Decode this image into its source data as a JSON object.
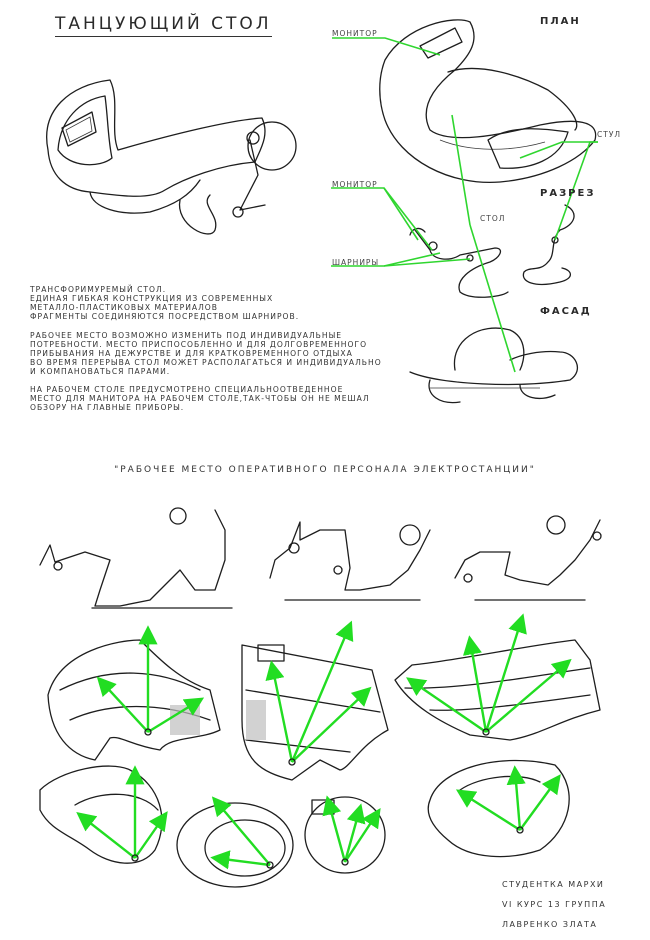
{
  "header": {
    "title": "ТАНЦУЮЩИЙ СТОЛ"
  },
  "views": {
    "plan": "ПЛАН",
    "section": "РАЗРЕЗ",
    "facade": "ФАСАД"
  },
  "callouts": {
    "monitor_plan": "МОНИТОР",
    "chair": "СТУЛ",
    "monitor_section": "МОНИТОР",
    "table": "СТОЛ",
    "hinges": "ШАРНИРЫ"
  },
  "description": {
    "paragraph_1": "ТРАНСФОРИМУРЕМЫЙ СТОЛ.\nЕДИНАЯ ГИБКАЯ КОНСТРУКЦИЯ ИЗ СОВРЕМЕННЫХ\nМЕТАЛЛО-ПЛАСТИКОВЫХ МАТЕРИАЛОВ\nФРАГМЕНТЫ СОЕДИНЯЮТСЯ ПОСРЕДСТВОМ ШАРНИРОВ.",
    "paragraph_2": "РАБОЧЕЕ МЕСТО ВОЗМОЖНО ИЗМЕНИТЬ ПОД ИНДИВИДУАЛЬНЫЕ\nПОТРЕБНОСТИ. МЕСТО ПРИСПОСОБЛЕННО И ДЛЯ ДОЛГОВРЕМЕННОГО\nПРИБЫВАНИЯ НА ДЕЖУРСТВЕ И ДЛЯ КРАТКОВРЕМЕННОГО ОТДЫХА\nВО ВРЕМЯ ПЕРЕРЫВА СТОЛ МОЖЕТ РАСПОЛАГАТЬСЯ И ИНДИВИДУАЛЬНО\nИ КОМПАНОВАТЬСЯ ПАРАМИ.",
    "paragraph_3": "НА РАБОЧЕМ СТОЛЕ ПРЕДУСМОТРЕНО СПЕЦИАЛЬНООТВЕДЕННОЕ\nМЕСТО ДЛЯ МАНИТОРА НА РАБОЧЕМ СТОЛЕ,ТАК-ЧТОБЫ ОН НЕ МЕШАЛ\nОБЗОРУ НА ГЛАВНЫЕ ПРИБОРЫ."
  },
  "subtitle": "\"РАБОЧЕЕ МЕСТО ОПЕРАТИВНОГО ПЕРСОНАЛА ЭЛЕКТРОСТАНЦИИ\"",
  "author": {
    "line_1": "СТУДЕНТКА МАРХИ",
    "line_2": "VI КУРС  13 ГРУППА",
    "line_3": "ЛАВРЕНКО  ЗЛАТА"
  },
  "colors": {
    "ink": "#1e1e1e",
    "accent_green": "#22dd22"
  }
}
